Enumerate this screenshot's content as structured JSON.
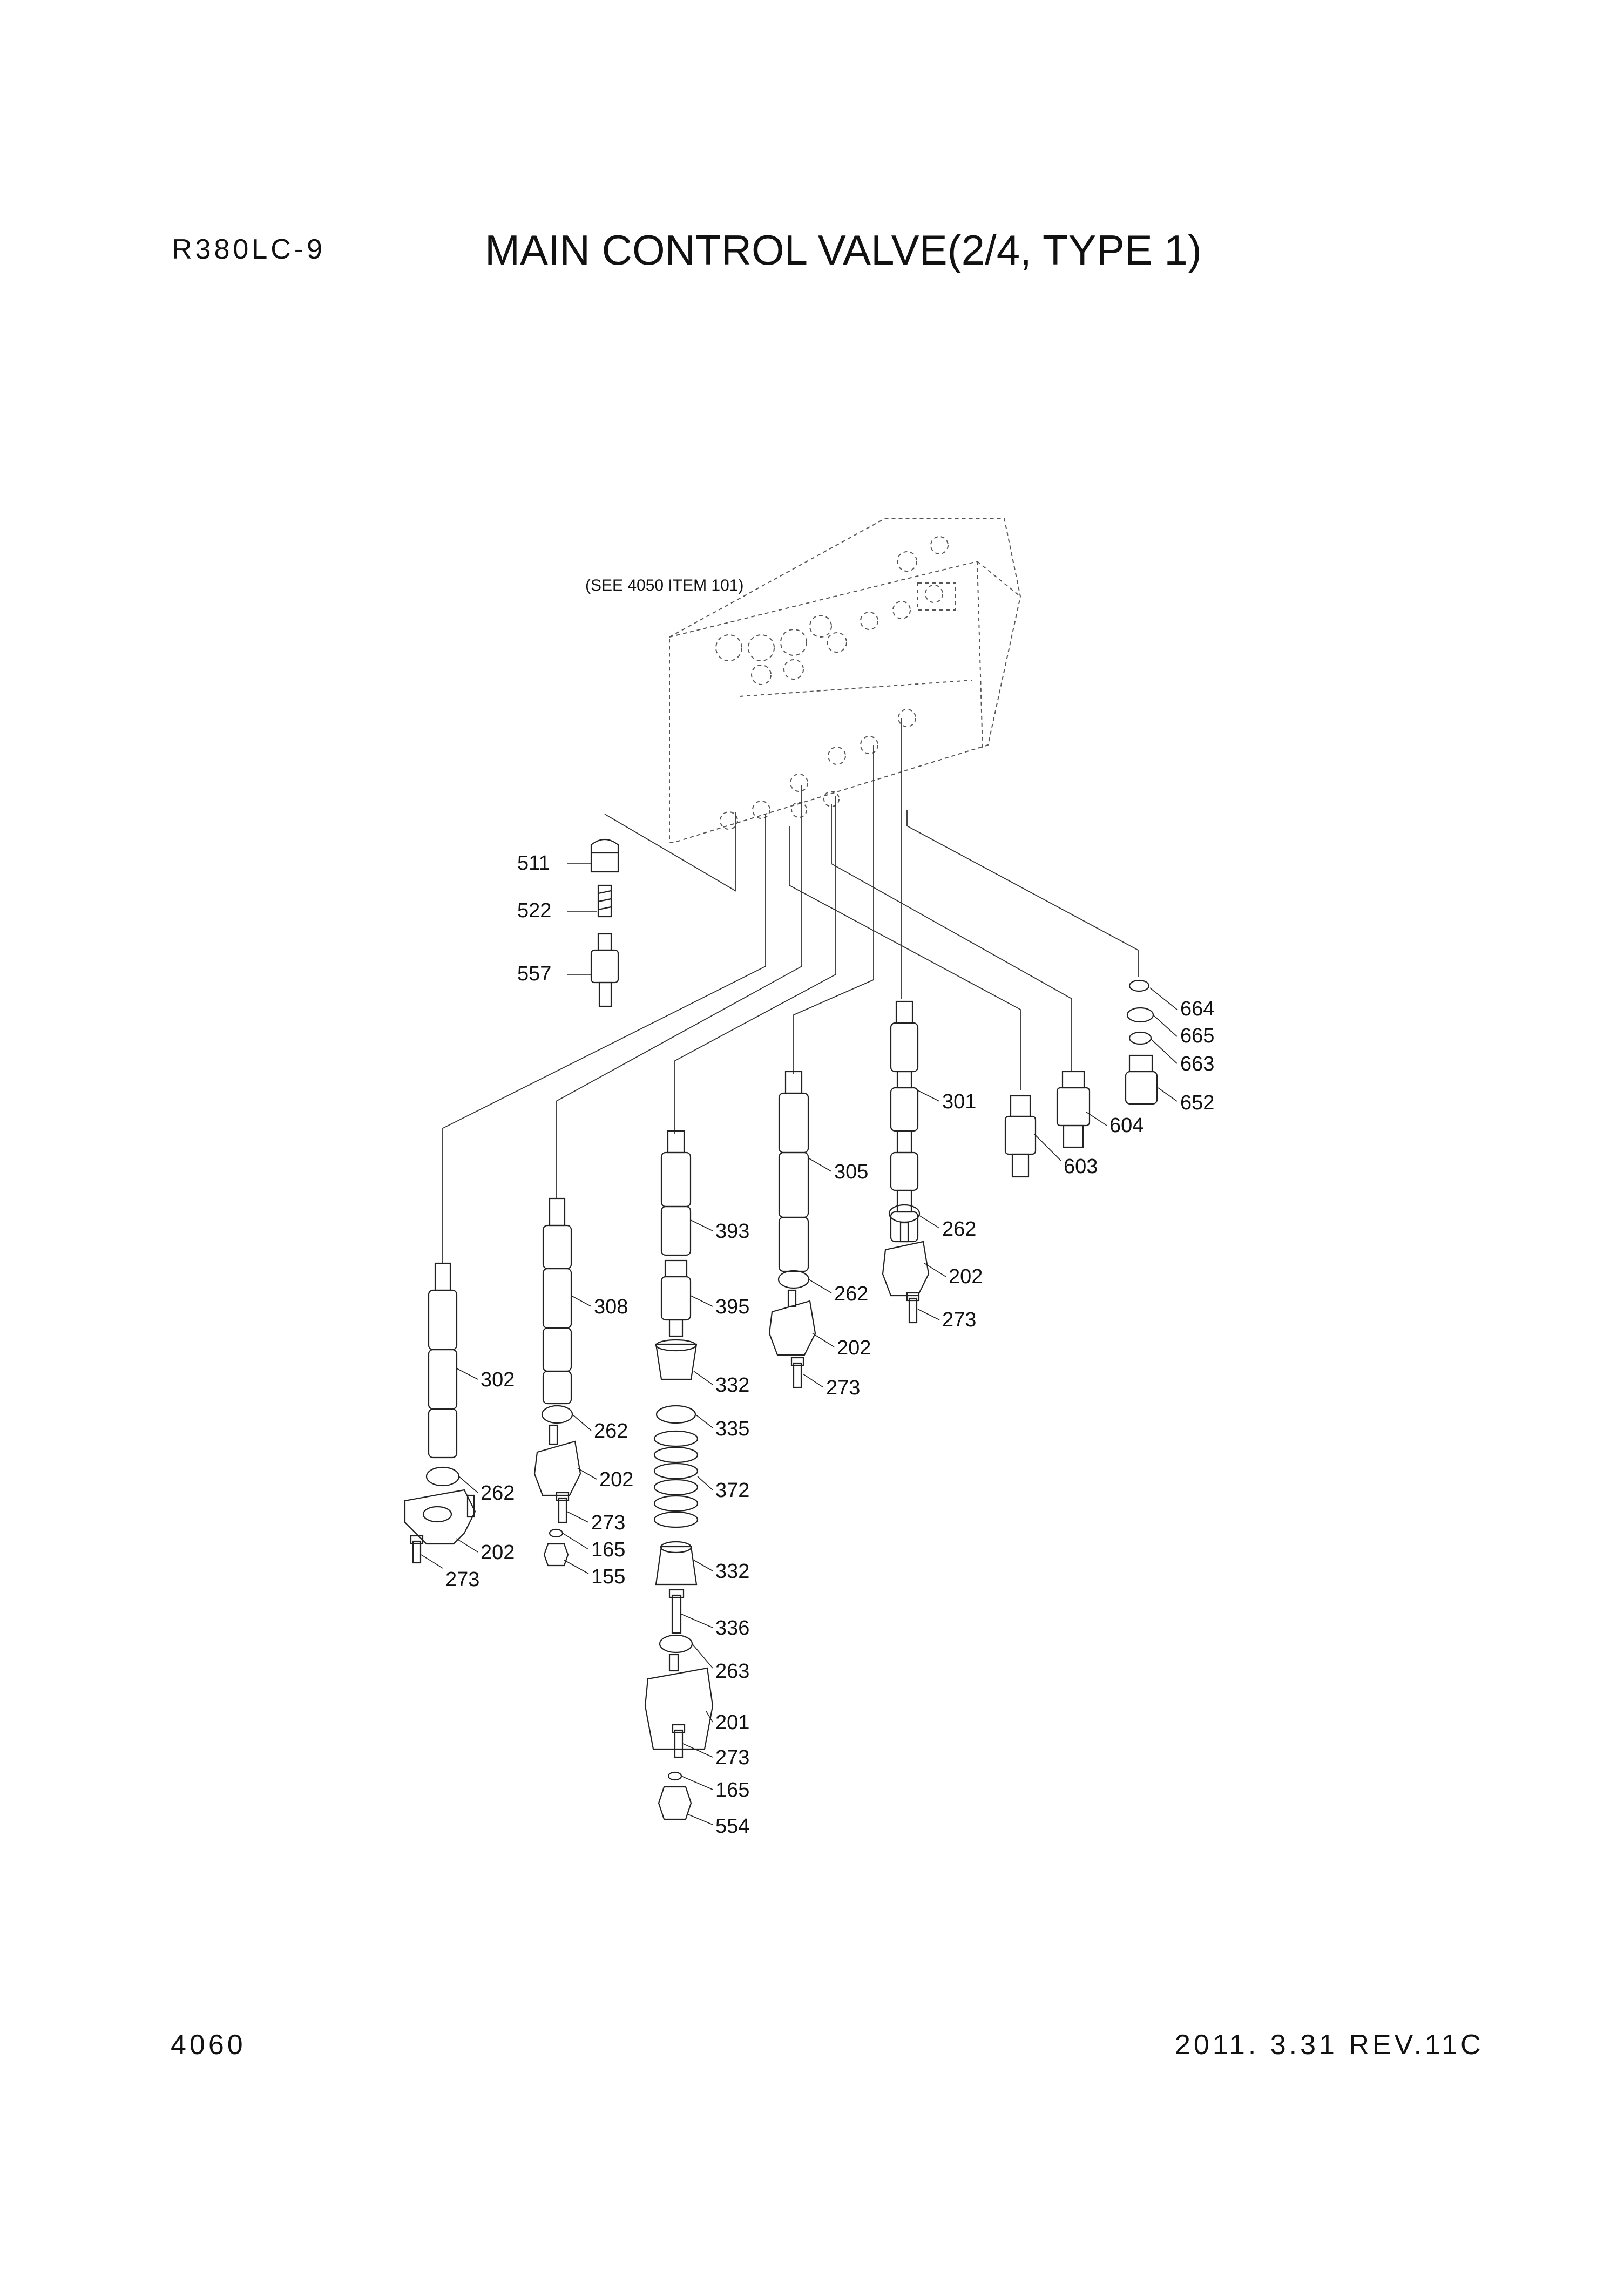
{
  "header": {
    "model": "R380LC-9",
    "title": "MAIN CONTROL VALVE(2/4, TYPE 1)"
  },
  "diagram": {
    "reference_note": "(SEE 4050 ITEM 101)",
    "callouts": [
      "511",
      "522",
      "557",
      "664",
      "665",
      "663",
      "652",
      "604",
      "603",
      "301",
      "262",
      "202",
      "273",
      "305",
      "262",
      "202",
      "273",
      "393",
      "395",
      "332",
      "335",
      "372",
      "332",
      "336",
      "263",
      "201",
      "273",
      "165",
      "554",
      "308",
      "262",
      "202",
      "273",
      "165",
      "155",
      "302",
      "262",
      "202",
      "273"
    ]
  },
  "footer": {
    "page_number": "4060",
    "revision": "2011. 3.31  REV.11C"
  }
}
